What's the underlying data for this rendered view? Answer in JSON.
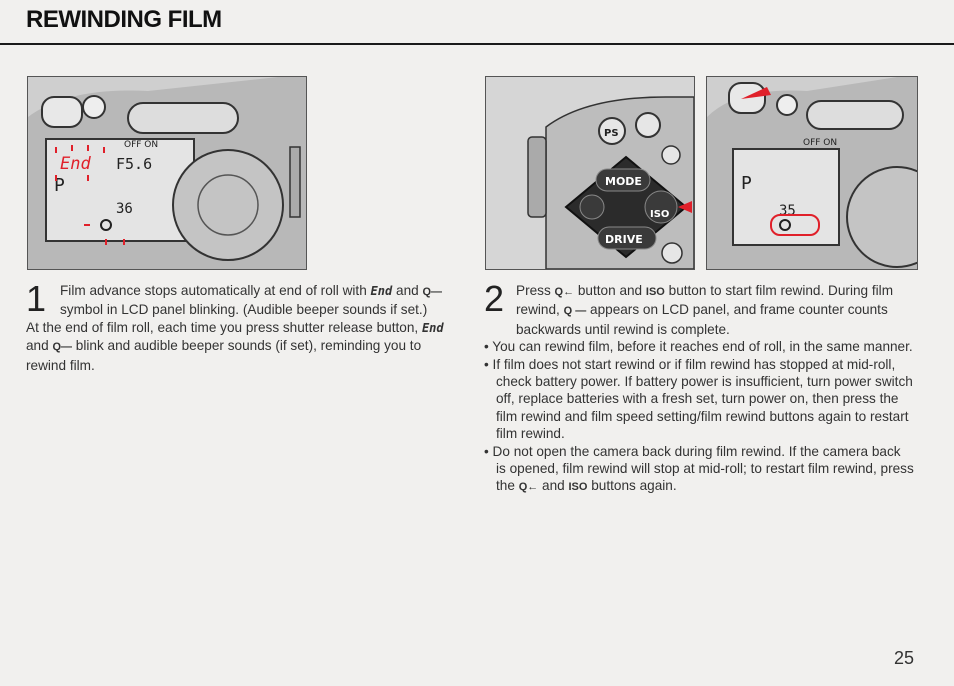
{
  "page": {
    "title": "REWINDING FILM",
    "page_number": "25"
  },
  "lcd": {
    "end_text": "End",
    "aperture": "F5.6",
    "frames_1": "36",
    "frames_2": "35",
    "off_on": "OFF ON",
    "mode": "P"
  },
  "camera_buttons": {
    "mode": "MODE",
    "drive": "DRIVE",
    "iso": "ISO",
    "ps": "PS"
  },
  "step1": {
    "number": "1",
    "line1_a": "Film advance stops automatically at end of roll with ",
    "line1_end": "End",
    "line1_b": " and ",
    "line1_sym": "Q—",
    "line1_c": " symbol in LCD panel blinking. (Audible beeper sounds if set.)",
    "para2_a": "At the end of film roll, each time you press shutter release button, ",
    "para2_end": "End",
    "para2_b": " and ",
    "para2_sym": "Q—",
    "para2_c": " blink and audible beeper sounds (if set), reminding you to rewind film."
  },
  "step2": {
    "number": "2",
    "line1_a": "Press ",
    "line1_sym1": "Q←",
    "line1_b": " button and ",
    "line1_sym2": "ISO",
    "line1_c": " button to start film rewind. During film rewind, ",
    "line1_sym3": "Q —",
    "line1_d": " appears on LCD panel, and frame counter counts backwards until rewind is complete.",
    "bullets": [
      "You can rewind film, before it reaches end of roll, in the same manner.",
      "If film does not start rewind or if film rewind has stopped at mid-roll, check battery power. If battery power is insufficient, turn power switch off, replace batteries with a fresh set, turn power on, then press the film rewind and film speed setting/film rewind buttons again to restart film rewind."
    ],
    "bullet3_a": "Do not open the camera back during film rewind. If the camera back is opened, film rewind will stop at mid-roll; to restart film rewind, press the ",
    "bullet3_sym1": "Q←",
    "bullet3_b": " and ",
    "bullet3_sym2": "ISO",
    "bullet3_c": " buttons again."
  },
  "colors": {
    "accent_red": "#e0202a",
    "text": "#333333",
    "background": "#f1f0ee"
  }
}
